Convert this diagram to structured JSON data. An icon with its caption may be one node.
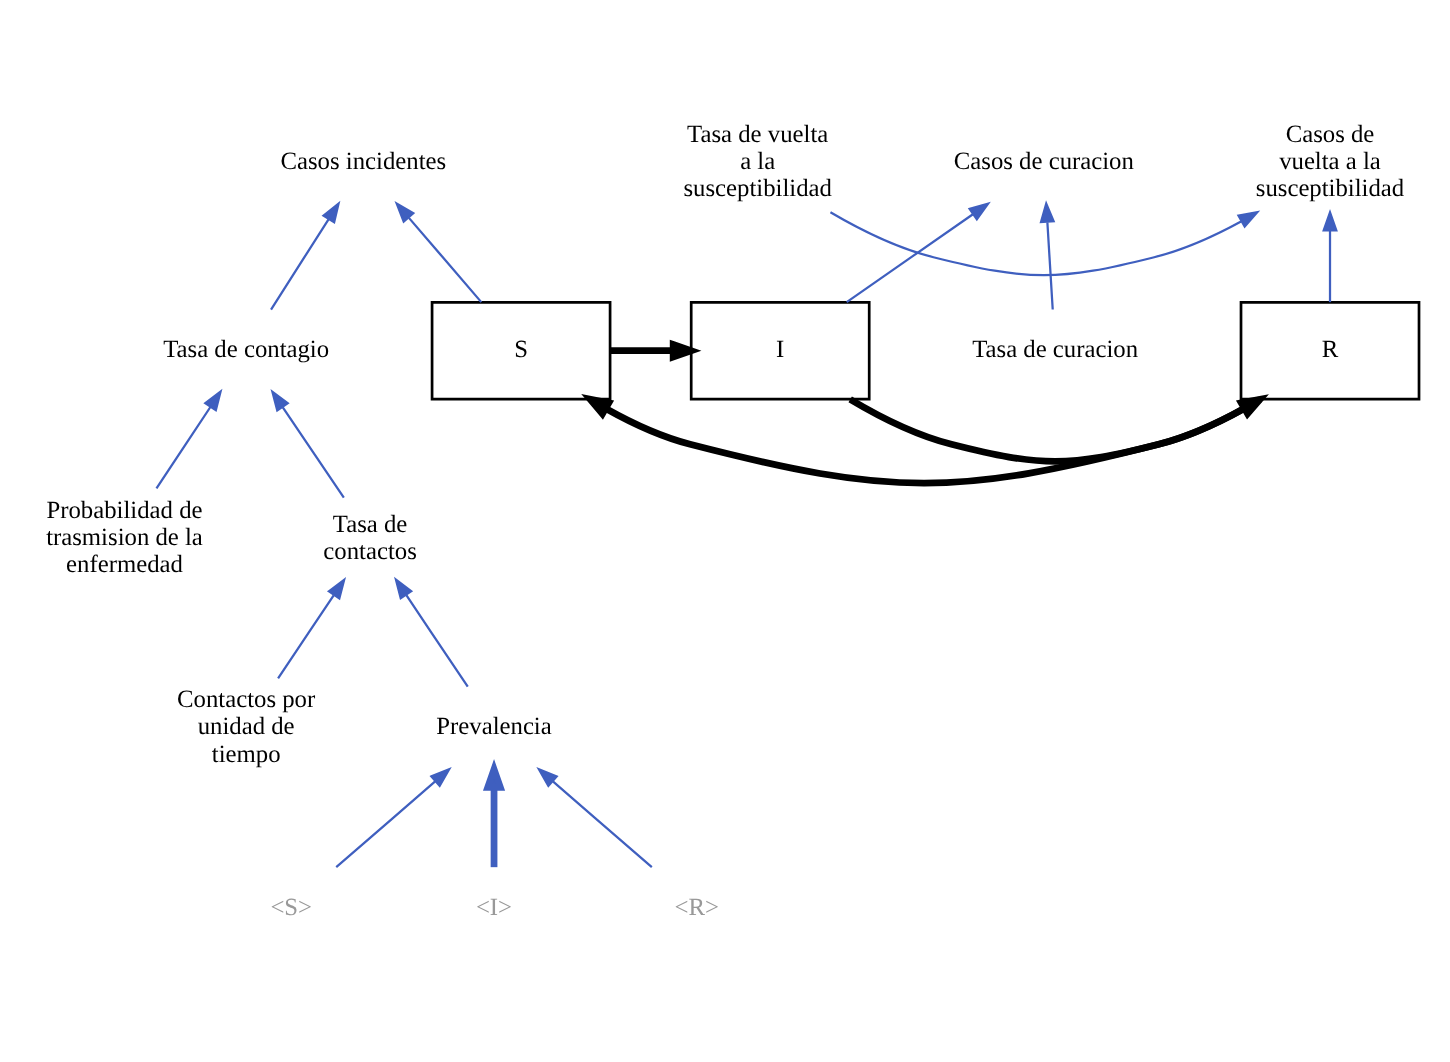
{
  "diagram": {
    "nodes": [
      {
        "text": [
          "S"
        ]
      },
      {
        "text": [
          "I"
        ]
      },
      {
        "text": [
          "R"
        ]
      },
      {
        "text": [
          "Casos incidentes"
        ]
      },
      {
        "text": [
          "Casos de curacion"
        ]
      },
      {
        "text": [
          "Casos de vuelta a la susceptibilidad"
        ]
      },
      {
        "text": [
          "Tasa de vuelta a la susceptibilidad"
        ]
      },
      {
        "text": [
          "Tasa de curacion"
        ]
      },
      {
        "text": [
          "Tasa de contagio"
        ]
      },
      {
        "text": [
          "Probabilidad de trasmision de la enfermedad"
        ]
      },
      {
        "text": [
          "Tasa de contactos"
        ]
      },
      {
        "text": [
          "Contactos por unidad de tiempo"
        ]
      },
      {
        "text": [
          "Prevalencia"
        ]
      },
      {
        "text": [
          "<S>"
        ]
      },
      {
        "text": [
          "<I>"
        ]
      },
      {
        "text": [
          "<R>"
        ]
      }
    ],
    "edges": [
      {
        "from": 0,
        "to": 1,
        "arrow": "to",
        "style": "thick",
        "color": "#000000"
      },
      {
        "from": 1,
        "to": 2,
        "arrow": "to",
        "style": "thick",
        "color": "#000000"
      },
      {
        "from": 2,
        "to": 0,
        "arrow": "to",
        "style": "thick",
        "color": "#000000"
      },
      {
        "from": 0,
        "to": 3,
        "arrow": "to"
      },
      {
        "from": 1,
        "to": 4,
        "arrow": "to"
      },
      {
        "from": 6,
        "to": 5,
        "arrow": "to"
      },
      {
        "from": 7,
        "to": 4,
        "arrow": "to"
      },
      {
        "from": 2,
        "to": 5,
        "arrow": "to"
      },
      {
        "from": 8,
        "to": 3,
        "arrow": "to"
      },
      {
        "from": 9,
        "to": 8,
        "arrow": "to"
      },
      {
        "from": 10,
        "to": 8,
        "arrow": "to"
      },
      {
        "from": 11,
        "to": 10,
        "arrow": "to"
      },
      {
        "from": 12,
        "to": 10,
        "arrow": "to"
      },
      {
        "from": 13,
        "to": 12,
        "arrow": "to"
      },
      {
        "from": 14,
        "to": 12,
        "arrow": "to",
        "style": "thick"
      },
      {
        "from": 15,
        "to": 12,
        "arrow": "to"
      }
    ]
  }
}
